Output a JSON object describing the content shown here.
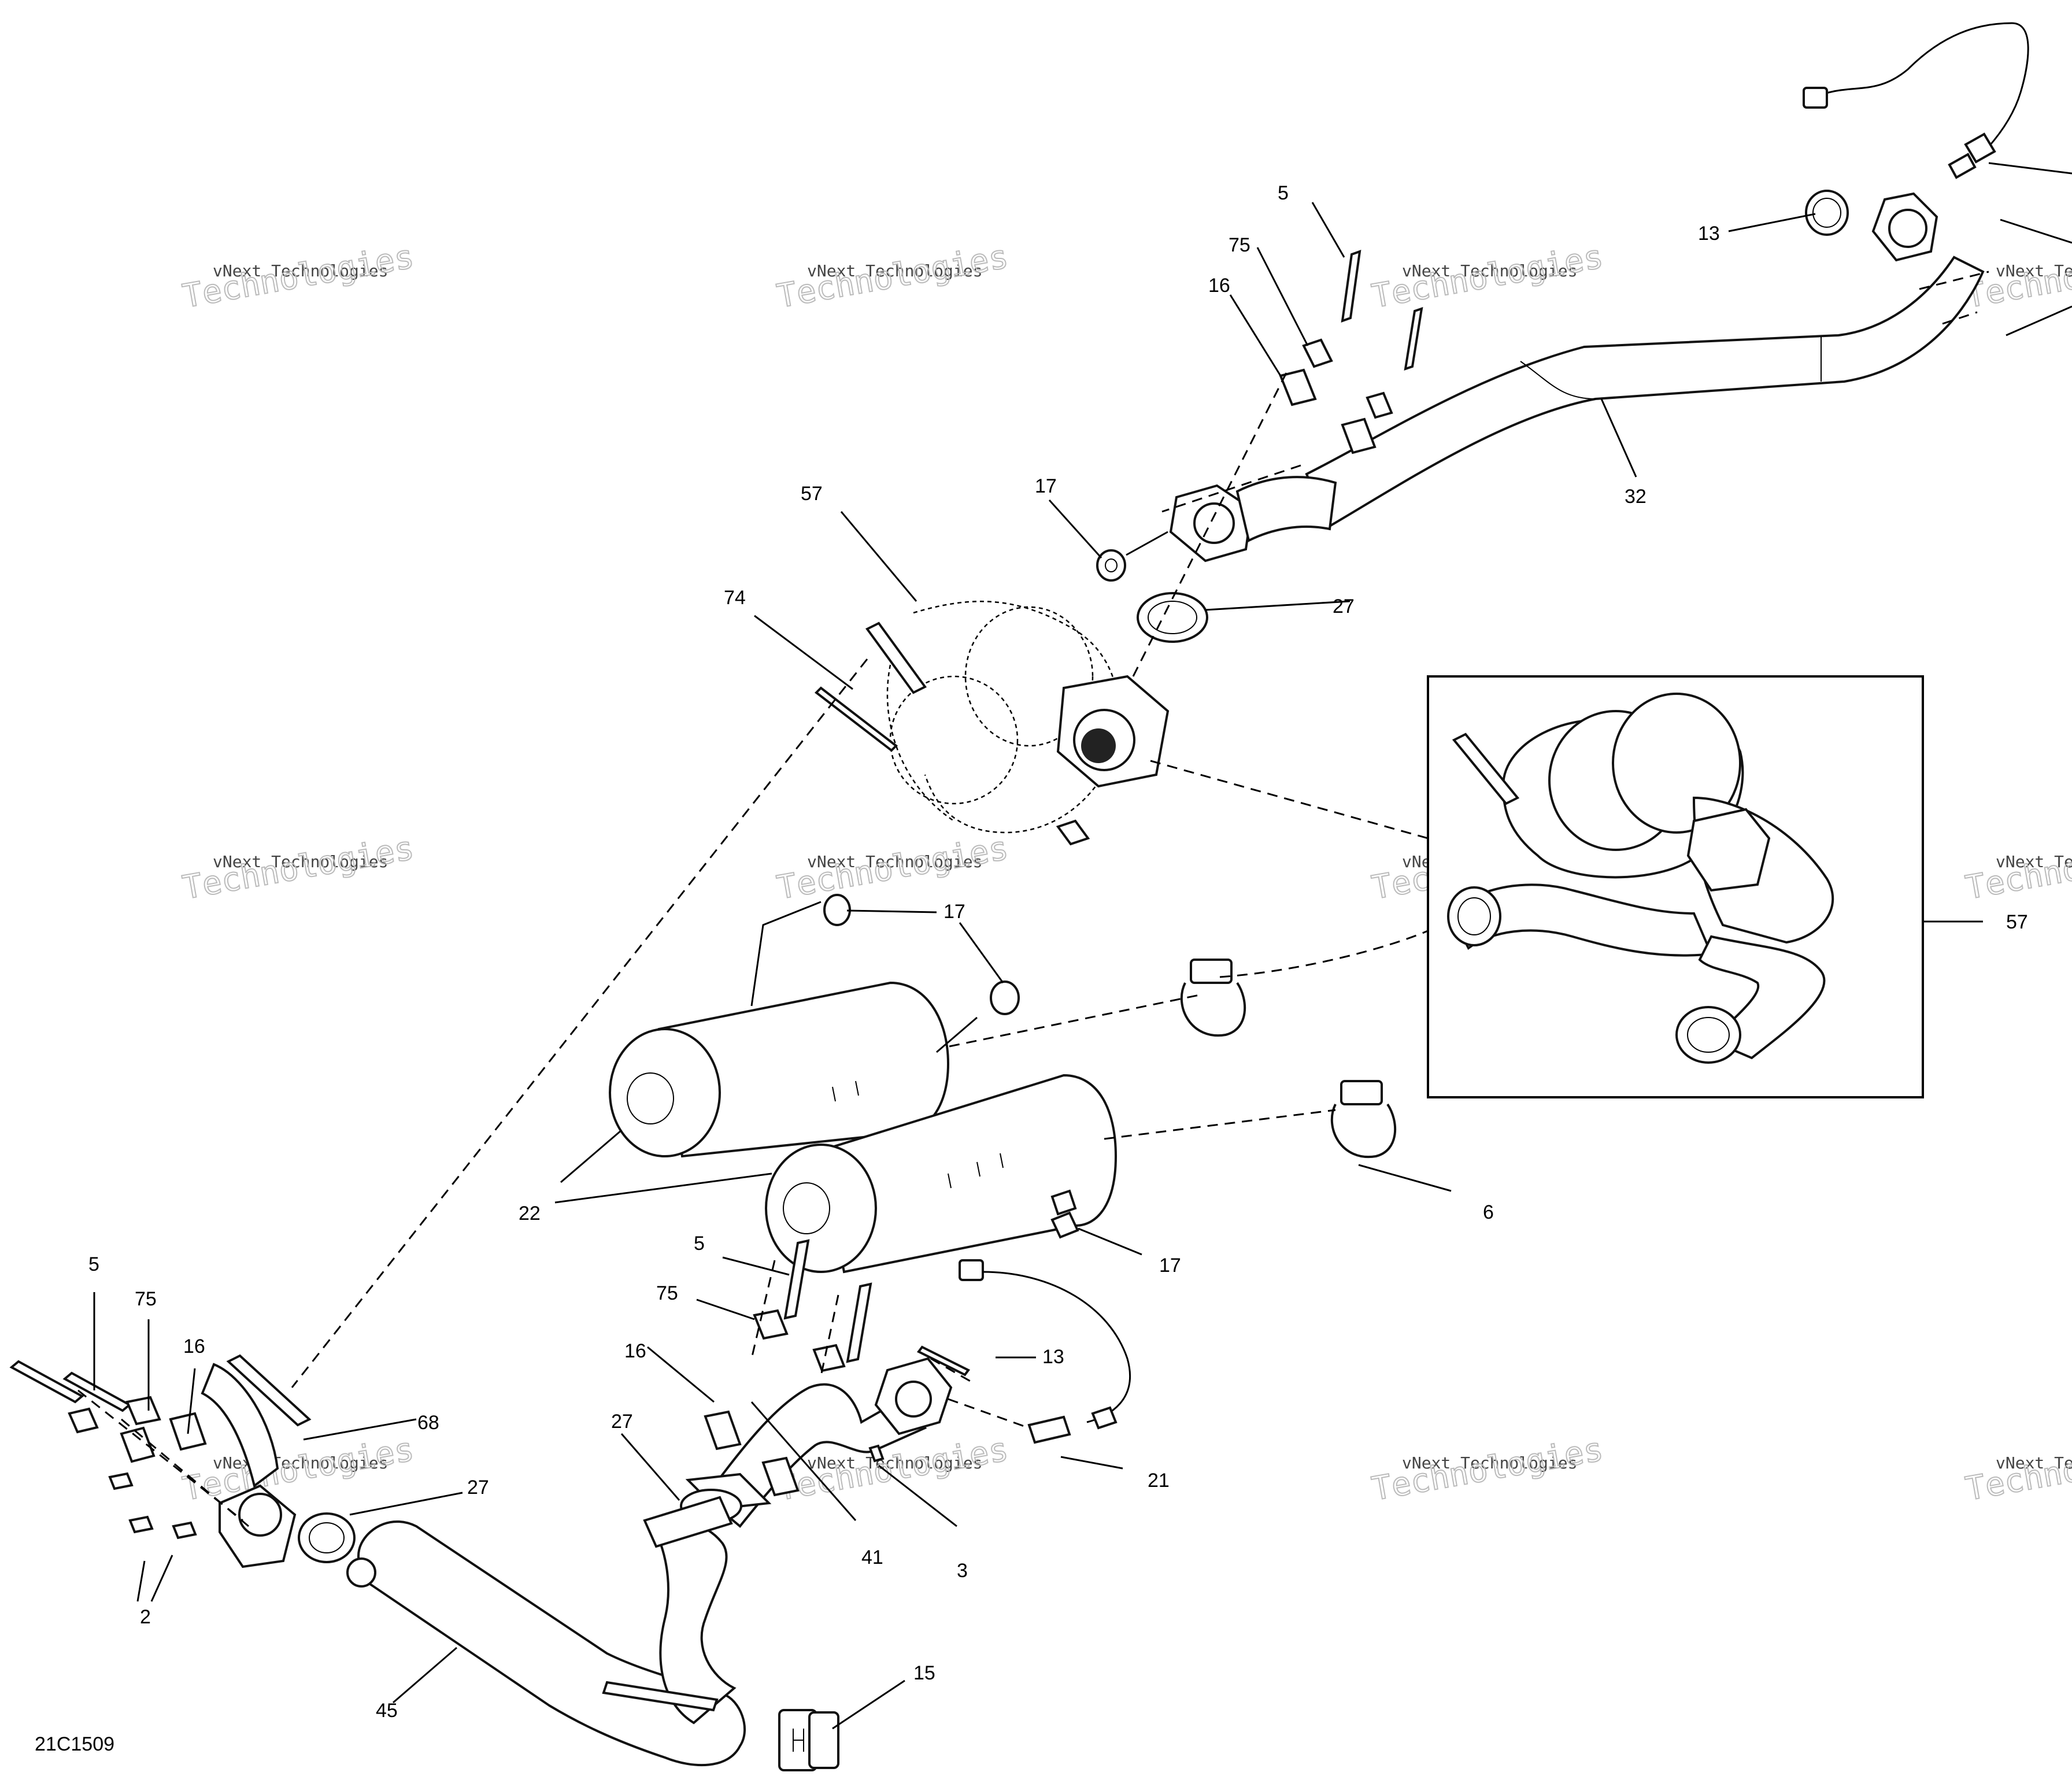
{
  "diagram_id": "21C1509",
  "watermark": {
    "line1": "vNext Technologies",
    "line2": "Technologies",
    "line3": "vNext"
  },
  "callouts": {
    "c2": "2",
    "c3": "3",
    "c5": "5",
    "c6": "6",
    "c13": "13",
    "c15": "15",
    "c16": "16",
    "c17": "17",
    "c21": "21",
    "c22": "22",
    "c27": "27",
    "c32": "32",
    "c41": "41",
    "c45": "45",
    "c57": "57",
    "c68": "68",
    "c74": "74",
    "c75": "75"
  }
}
